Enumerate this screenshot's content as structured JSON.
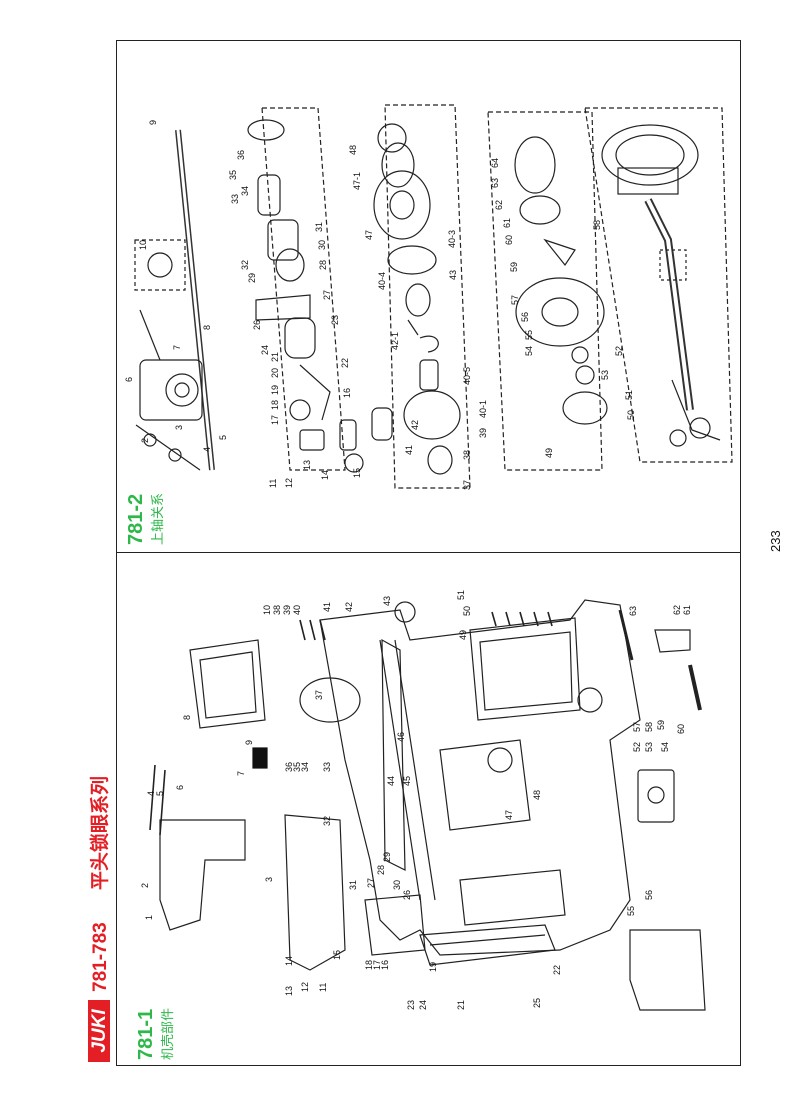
{
  "brand": {
    "logo_text": "JUKI",
    "title_model": "781-783",
    "title_cn": "平头锁眼系列",
    "accent_red": "#e31e24",
    "accent_green": "#2fb84a"
  },
  "sections": [
    {
      "code": "781-1",
      "name": "机壳部件",
      "part_numbers": [
        "1",
        "2",
        "3",
        "4",
        "5",
        "6",
        "7",
        "8",
        "9",
        "10",
        "11",
        "12",
        "13",
        "14",
        "15",
        "16",
        "17",
        "18",
        "19",
        "20",
        "21",
        "22",
        "23",
        "24",
        "25",
        "26",
        "27",
        "28",
        "29",
        "30",
        "31",
        "32",
        "33",
        "34",
        "35",
        "36",
        "37",
        "38",
        "39",
        "40",
        "41",
        "42",
        "43",
        "44",
        "45",
        "46",
        "47",
        "48",
        "49",
        "50",
        "51",
        "52",
        "53",
        "54",
        "55",
        "56",
        "57",
        "58",
        "59",
        "60",
        "61",
        "62",
        "63"
      ]
    },
    {
      "code": "781-2",
      "name": "上轴关系",
      "part_numbers": [
        "2",
        "3",
        "4",
        "5",
        "6",
        "7",
        "8",
        "9",
        "10",
        "11",
        "12",
        "13",
        "14",
        "15",
        "16",
        "17",
        "18",
        "19",
        "20",
        "21",
        "22",
        "23",
        "24",
        "25",
        "26",
        "27",
        "28",
        "29",
        "30",
        "31",
        "32",
        "33",
        "34",
        "35",
        "36",
        "37",
        "38",
        "39",
        "40-1",
        "40-3",
        "40-4",
        "40-5",
        "41",
        "42",
        "42-1",
        "43",
        "47",
        "47-1",
        "48",
        "49",
        "50",
        "51",
        "52",
        "53",
        "54",
        "55",
        "56",
        "57",
        "58",
        "59",
        "60",
        "61",
        "62",
        "63",
        "64"
      ]
    }
  ],
  "page_number": "233"
}
